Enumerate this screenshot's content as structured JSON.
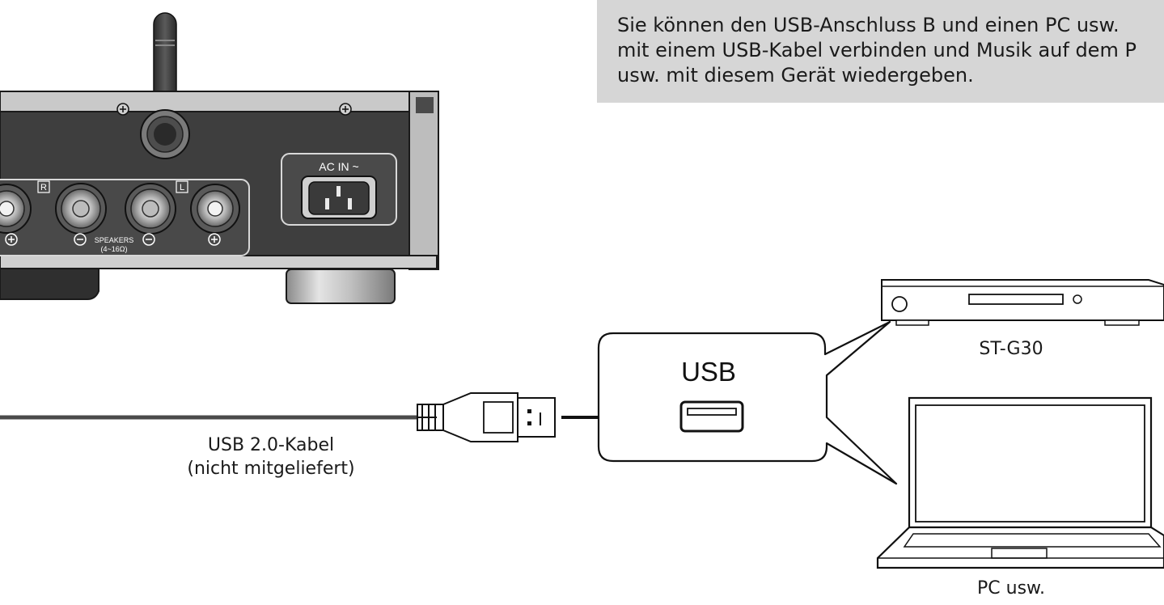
{
  "info": {
    "lines": [
      "Sie können den USB-Anschluss B und einen PC usw.",
      "mit einem USB-Kabel verbinden und Musik auf dem P",
      "usw. mit diesem Gerät wiedergeben."
    ]
  },
  "amplifier": {
    "ac_in_label": "AC IN ~",
    "channel_right": "R",
    "channel_left": "L",
    "speakers_label": "SPEAKERS",
    "speakers_impedance": "(4~16Ω)"
  },
  "callout": {
    "port_label": "USB"
  },
  "cable": {
    "name": "USB 2.0-Kabel",
    "note": "(nicht mitgeliefert)"
  },
  "devices": {
    "player_label": "ST-G30",
    "pc_label": "PC usw."
  },
  "colors": {
    "panel_dark": "#3b3b3b",
    "panel_mid": "#6e6e6e",
    "chassis_light": "#c9c9c9",
    "info_bg": "#d6d6d6",
    "outline": "#1a1a1a"
  }
}
